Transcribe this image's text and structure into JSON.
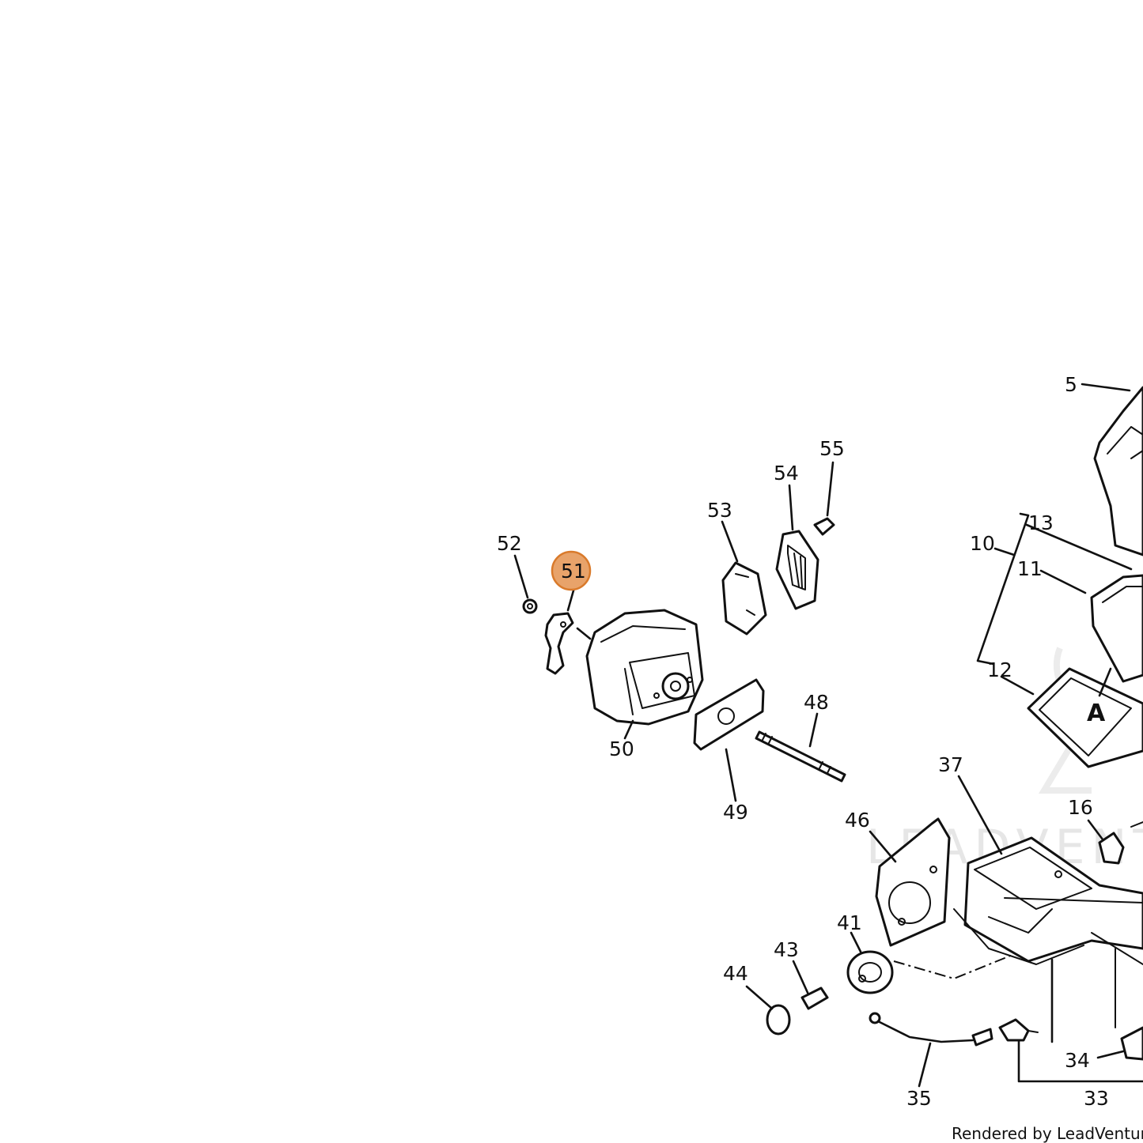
{
  "diagram": {
    "labels": [
      "5",
      "10",
      "11",
      "12",
      "13",
      "16",
      "33",
      "34",
      "35",
      "37",
      "41",
      "43",
      "44",
      "46",
      "48",
      "49",
      "50",
      "51",
      "52",
      "53",
      "54",
      "55"
    ],
    "highlighted_part": "51",
    "highlight_color": "#e8a36a",
    "highlight_border": "#d97a2b",
    "view_marker": "A",
    "watermark_text": "LEADVENTURE"
  },
  "footer": {
    "credit": "Rendered by LeadVenture"
  }
}
